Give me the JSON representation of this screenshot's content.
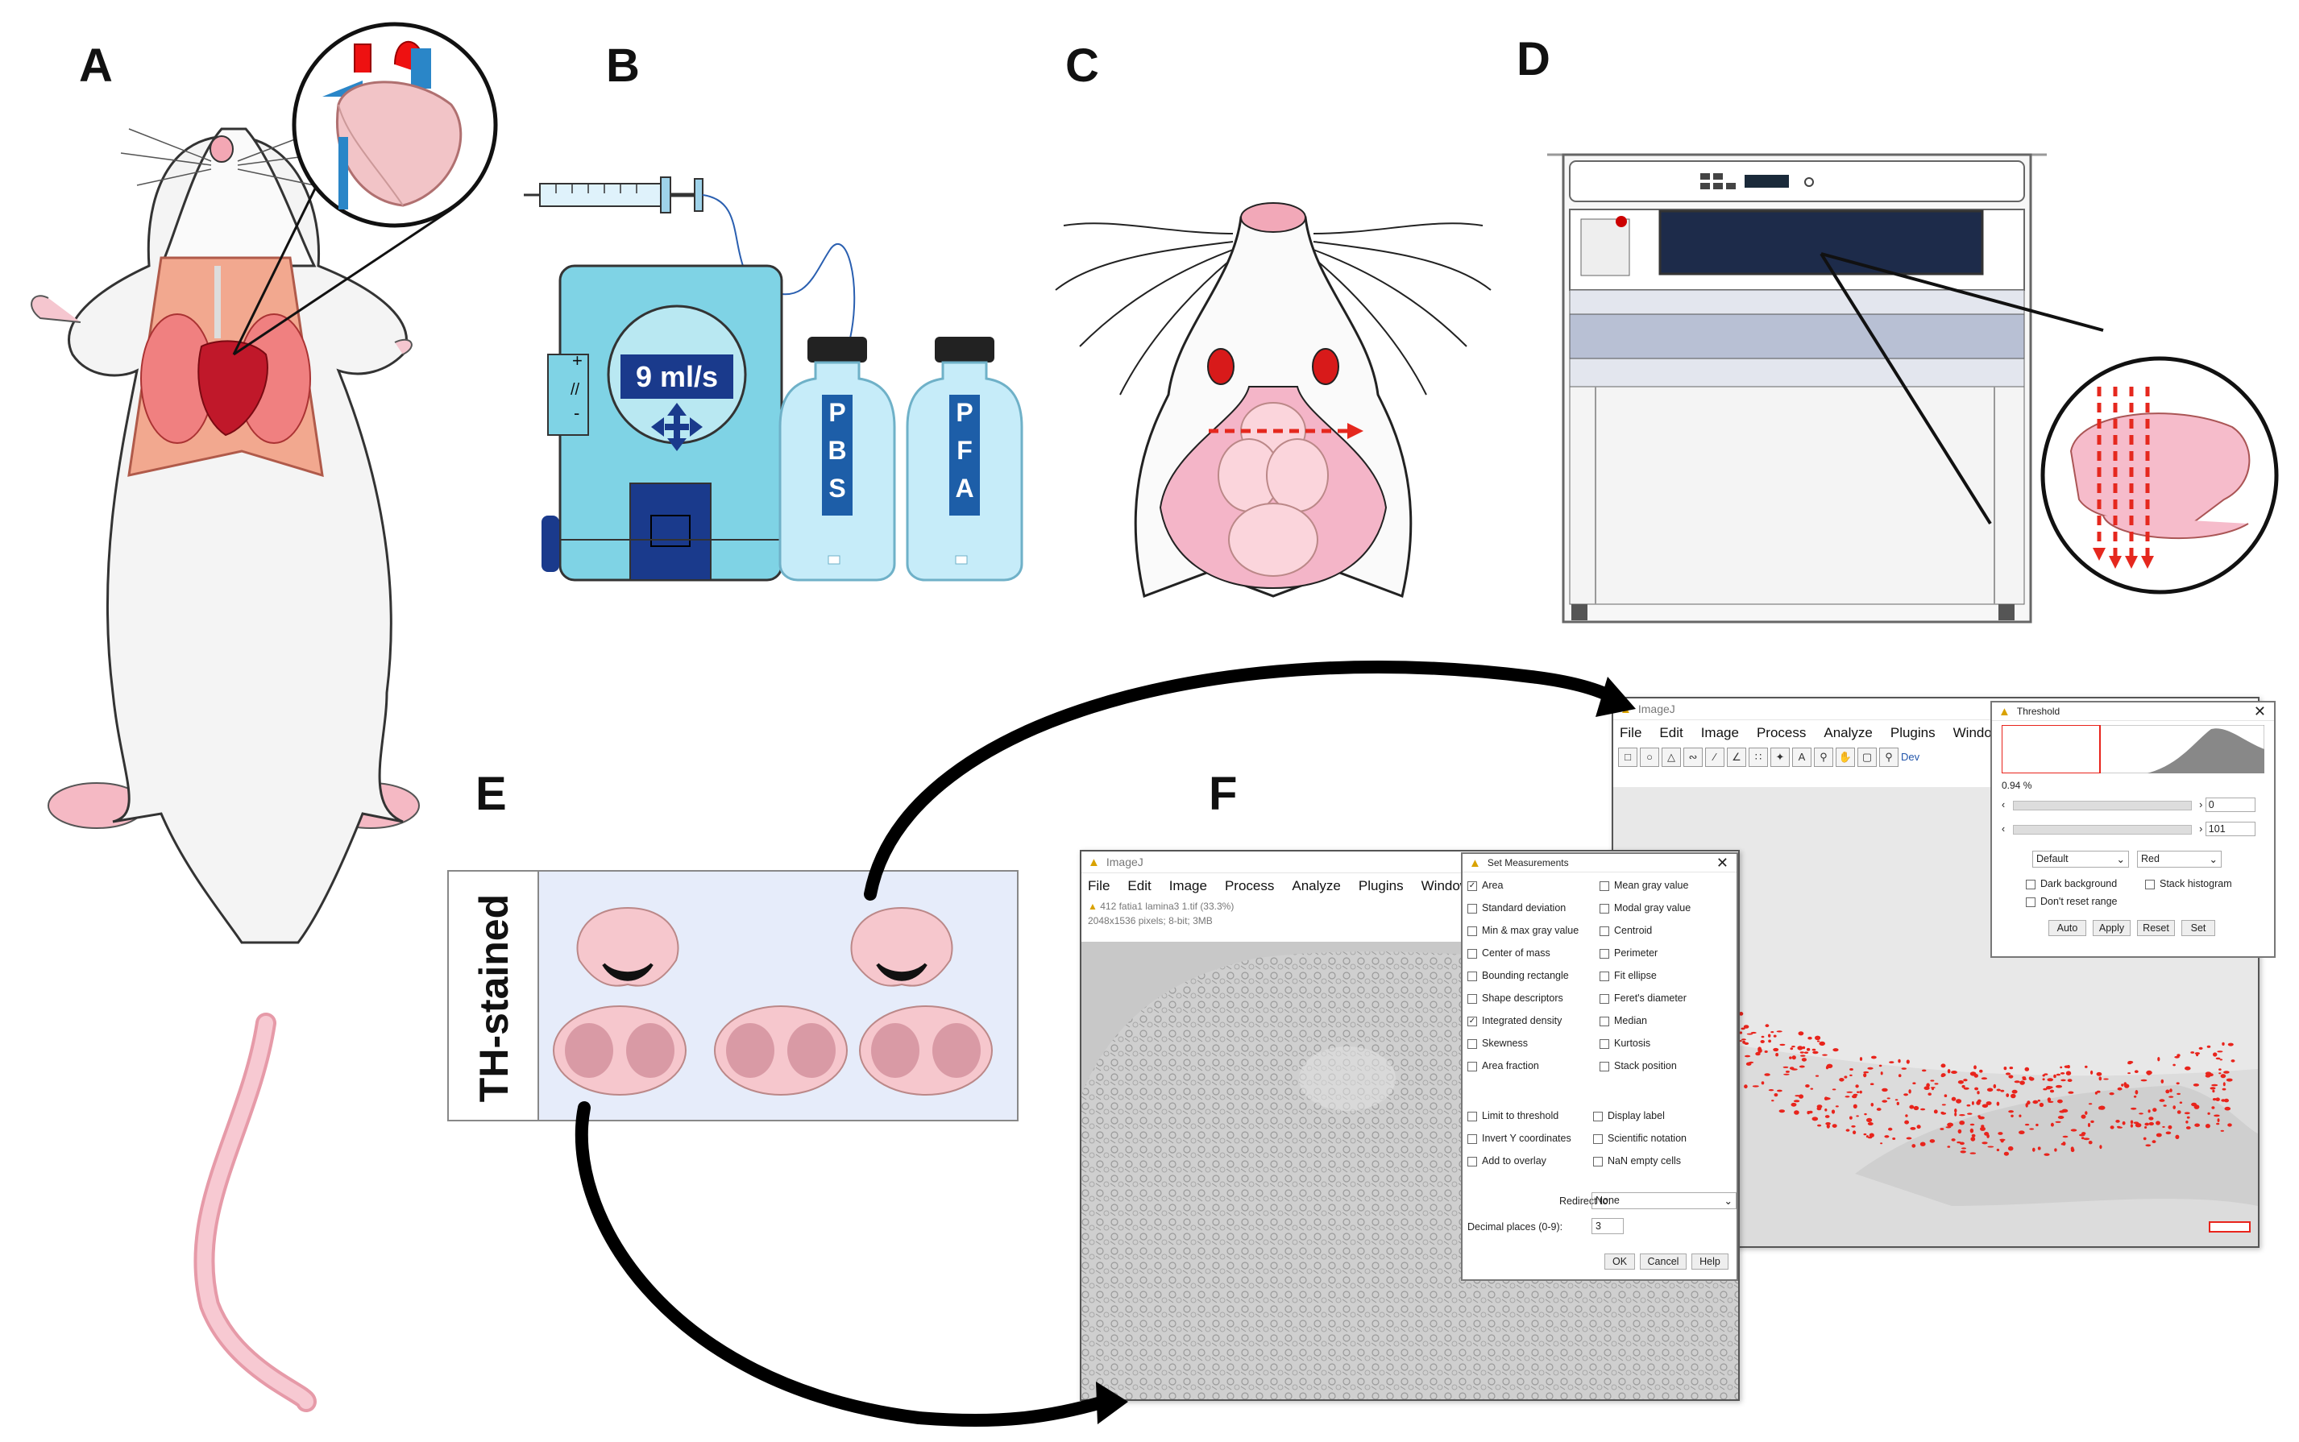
{
  "panels": [
    "A",
    "B",
    "C",
    "D",
    "E",
    "F"
  ],
  "pump": {
    "rate_label": "9 ml/s",
    "side_labels": [
      "+",
      "//",
      "-"
    ]
  },
  "bottles": [
    {
      "letters": [
        "P",
        "B",
        "S"
      ]
    },
    {
      "letters": [
        "P",
        "F",
        "A"
      ]
    }
  ],
  "slide": {
    "label": "TH-stained"
  },
  "imagej_front": {
    "title": "ImageJ",
    "menu": [
      "File",
      "Edit",
      "Image",
      "Process",
      "Analyze",
      "Plugins",
      "Window"
    ],
    "file_name": "412 fatia1 lamina3 1.tif (33.3%)",
    "file_info": "2048x1536 pixels; 8-bit; 3MB"
  },
  "set_measurements": {
    "title": "Set Measurements",
    "left_options": [
      {
        "label": "Area",
        "checked": true
      },
      {
        "label": "Standard deviation",
        "checked": false
      },
      {
        "label": "Min & max gray value",
        "checked": false
      },
      {
        "label": "Center of mass",
        "checked": false
      },
      {
        "label": "Bounding rectangle",
        "checked": false
      },
      {
        "label": "Shape descriptors",
        "checked": false
      },
      {
        "label": "Integrated density",
        "checked": true
      },
      {
        "label": "Skewness",
        "checked": false
      },
      {
        "label": "Area fraction",
        "checked": false
      }
    ],
    "right_options": [
      {
        "label": "Mean gray value",
        "checked": false
      },
      {
        "label": "Modal gray value",
        "checked": false
      },
      {
        "label": "Centroid",
        "checked": false
      },
      {
        "label": "Perimeter",
        "checked": false
      },
      {
        "label": "Fit ellipse",
        "checked": false
      },
      {
        "label": "Feret's diameter",
        "checked": false
      },
      {
        "label": "Median",
        "checked": false
      },
      {
        "label": "Kurtosis",
        "checked": false
      },
      {
        "label": "Stack position",
        "checked": false
      }
    ],
    "left_extra": [
      "Limit to threshold",
      "Invert Y coordinates",
      "Add to overlay"
    ],
    "right_extra": [
      "Display label",
      "Scientific notation",
      "NaN empty cells"
    ],
    "redirect_label": "Redirect to:",
    "redirect_value": "None",
    "decimal_label": "Decimal places (0-9):",
    "decimal_value": "3",
    "buttons": [
      "OK",
      "Cancel",
      "Help"
    ]
  },
  "imagej_back": {
    "title": "ImageJ",
    "menu": [
      "File",
      "Edit",
      "Image",
      "Process",
      "Analyze",
      "Plugins",
      "Window"
    ],
    "tool_end": "Dev"
  },
  "threshold": {
    "title": "Threshold",
    "percent": "0.94 %",
    "min_value": "0",
    "max_value": "101",
    "method": "Default",
    "mode": "Red",
    "options": [
      "Dark background",
      "Stack histogram",
      "Don't reset range"
    ],
    "buttons": [
      "Auto",
      "Apply",
      "Reset",
      "Set"
    ]
  },
  "colors": {
    "arrow_red": "#e5281e",
    "pump_body": "#7fd3e5",
    "pump_dark": "#1a3a8c",
    "overlay_red": "#e8241c"
  }
}
